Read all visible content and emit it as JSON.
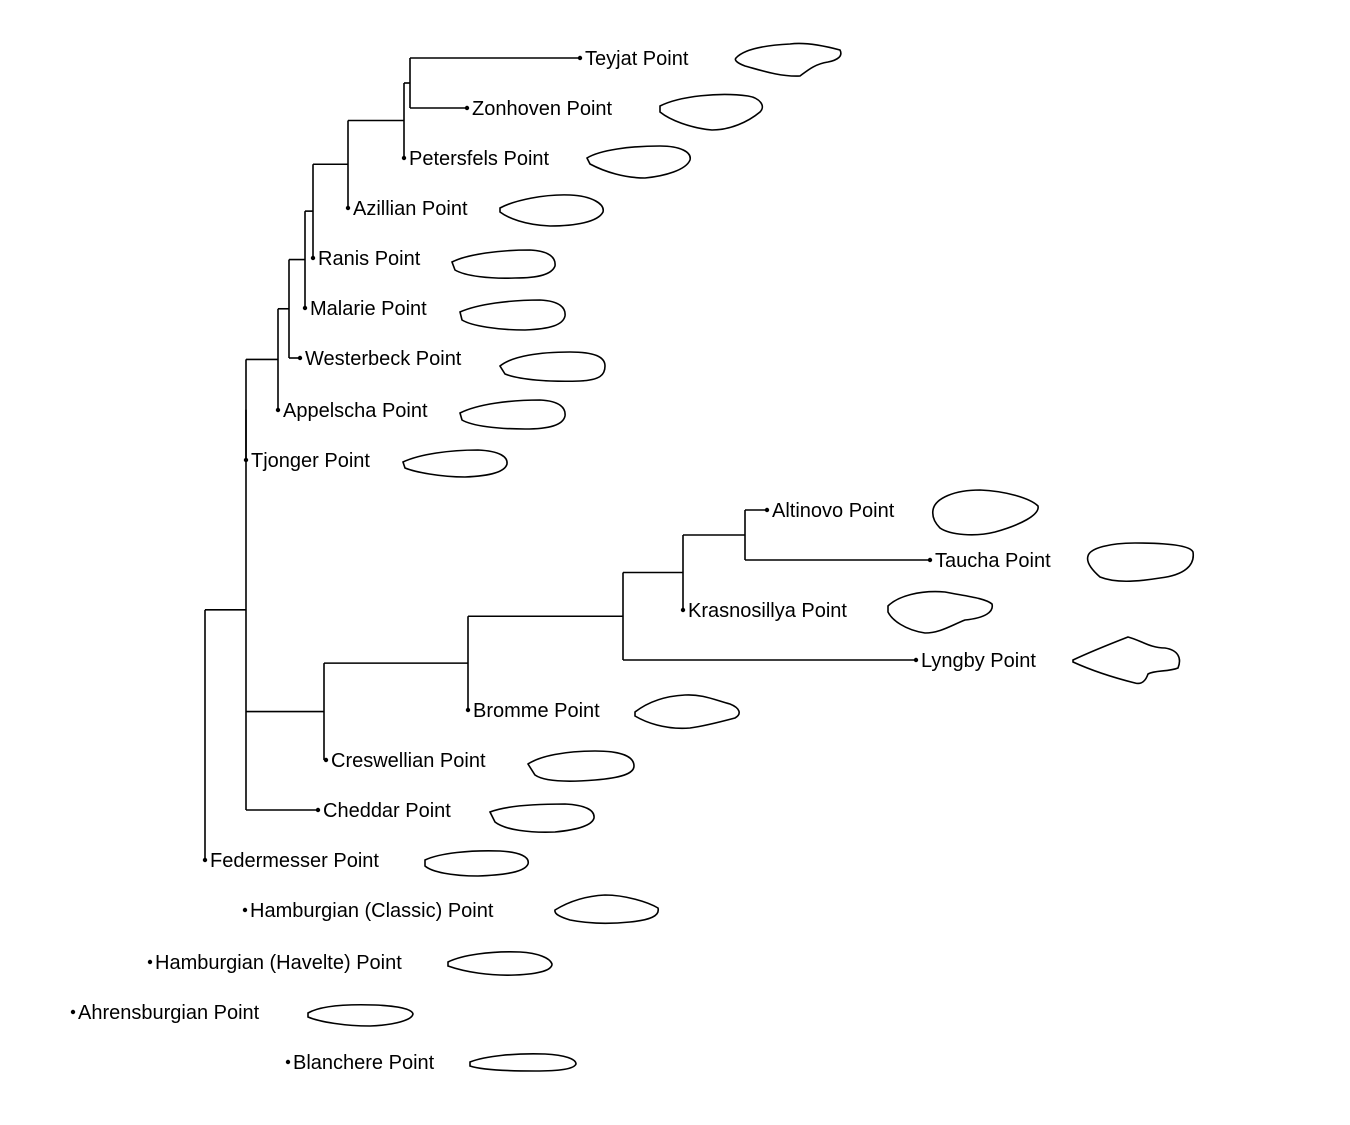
{
  "tree": {
    "tips": [
      {
        "id": "teyjat",
        "label": "Teyjat Point"
      },
      {
        "id": "zonhoven",
        "label": "Zonhoven Point"
      },
      {
        "id": "petersfels",
        "label": "Petersfels Point"
      },
      {
        "id": "azillian",
        "label": "Azillian Point"
      },
      {
        "id": "ranis",
        "label": "Ranis Point"
      },
      {
        "id": "malarie",
        "label": "Malarie Point"
      },
      {
        "id": "westerbeck",
        "label": "Westerbeck Point"
      },
      {
        "id": "appelscha",
        "label": "Appelscha Point"
      },
      {
        "id": "tjonger",
        "label": "Tjonger Point"
      },
      {
        "id": "altinovo",
        "label": "Altinovo Point"
      },
      {
        "id": "taucha",
        "label": "Taucha Point"
      },
      {
        "id": "krasnosillya",
        "label": "Krasnosillya Point"
      },
      {
        "id": "lyngby",
        "label": "Lyngby Point"
      },
      {
        "id": "bromme",
        "label": "Bromme Point"
      },
      {
        "id": "creswellian",
        "label": "Creswellian Point"
      },
      {
        "id": "cheddar",
        "label": "Cheddar Point"
      },
      {
        "id": "federmesser",
        "label": "Federmesser Point"
      },
      {
        "id": "hamburgian-classic",
        "label": "Hamburgian (Classic) Point"
      },
      {
        "id": "hamburgian-havelte",
        "label": "Hamburgian (Havelte) Point"
      },
      {
        "id": "ahrensburgian",
        "label": "Ahrensburgian Point"
      },
      {
        "id": "blanchere",
        "label": "Blanchere Point"
      }
    ],
    "newick": "(((((((((((teyjat,zonhoven),petersfels),azillian),ranis),malarie),westerbeck),appelscha),tjonger),(((((altinovo,taucha),krasnosillya),lyngby),bromme),creswellian),cheddar)),federmesser),hamburgian-classic),hamburgian-havelte),ahrensburgian),blanchere);"
  }
}
